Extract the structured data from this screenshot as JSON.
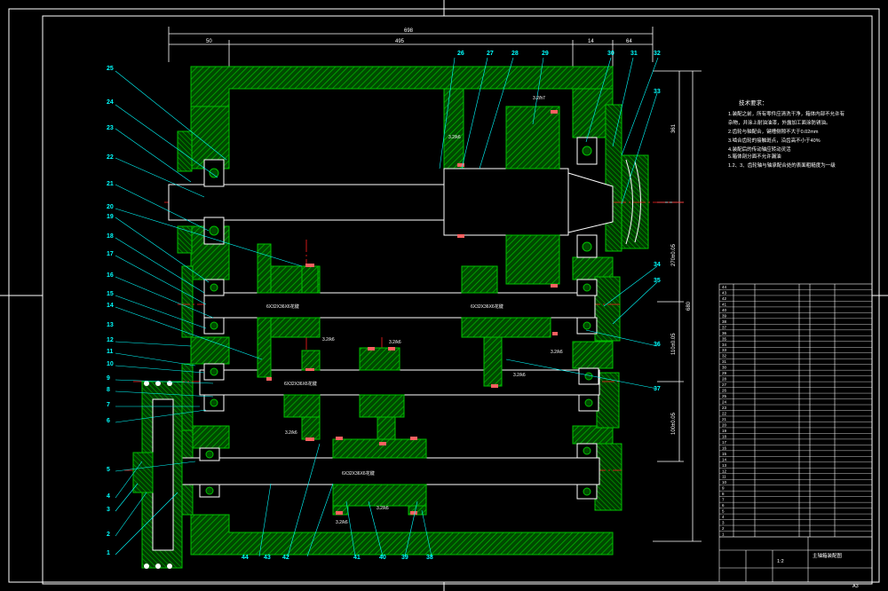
{
  "drawing": {
    "sheet_size": "A3",
    "overall_width": "698",
    "dims_top": [
      "50",
      "495",
      "14",
      "64"
    ],
    "dims_right": [
      "361",
      "270±0.05",
      "110±0.05",
      "100±0.05"
    ],
    "overall_height": "680",
    "shaft_labels": [
      "6X32X36X6花键",
      "6X32X36X6花键",
      "6X32X36X6花键",
      "6X32X36X6花键"
    ],
    "tolerance_notes": [
      "3.2/h7",
      "3.2/k6",
      "3.2/k6",
      "3.2/k6",
      "3.2/k6",
      "3.2/k6",
      "3.2/k6",
      "3.2/k6",
      "3.2/k6"
    ]
  },
  "part_numbers": {
    "left": [
      "25",
      "24",
      "23",
      "22",
      "21",
      "20",
      "19",
      "18",
      "17",
      "16",
      "15",
      "14",
      "13",
      "12",
      "11",
      "10",
      "9",
      "8",
      "7",
      "6",
      "5",
      "4",
      "3",
      "2",
      "1"
    ],
    "top": [
      "26",
      "27",
      "28",
      "29",
      "30",
      "31",
      "32",
      "33"
    ],
    "right": [
      "34",
      "35",
      "36",
      "37"
    ],
    "bottom": [
      "44",
      "43",
      "42",
      "41",
      "40",
      "39",
      "38"
    ]
  },
  "tech_requirements": {
    "title": "技术要求：",
    "lines": [
      "1.装配之前，所有零件应清洗干净，箱体内部不允许有",
      "杂物，并涂上耐油油漆，外露加工面涂防锈油。",
      "2.齿轮与轴配合，键槽侧隙不大于0.02mm",
      "3.啮合齿轮的接触斑点，沿齿高不小于40%",
      "4.装配后的传动轴应转动灵活",
      "5.箱体剖分面不允许漏油",
      "1.2、3、齿轮轴与轴承配合处的表面粗糙度为一级"
    ]
  },
  "title_block": {
    "title": "主轴箱装配图",
    "scale": "1:2",
    "sheet": "A3",
    "rows": [
      "44",
      "43",
      "42",
      "41",
      "40",
      "39",
      "38",
      "37",
      "36",
      "35",
      "34",
      "33",
      "32",
      "31",
      "30",
      "29",
      "28",
      "27",
      "26",
      "25",
      "24",
      "23",
      "22",
      "21",
      "20",
      "19",
      "18",
      "17",
      "16",
      "15",
      "14",
      "13",
      "12",
      "11",
      "10",
      "9",
      "8",
      "7",
      "6",
      "5",
      "4",
      "3",
      "2",
      "1"
    ]
  },
  "colors": {
    "background": "#000000",
    "frame": "#ffffff",
    "hatch": "#00c000",
    "centerline": "#ff2020",
    "leader": "#00ffff",
    "dimension": "#00ffff",
    "part": "#ffffff",
    "gear_tooth": "#ff6060",
    "yellow": "#ffff00"
  }
}
